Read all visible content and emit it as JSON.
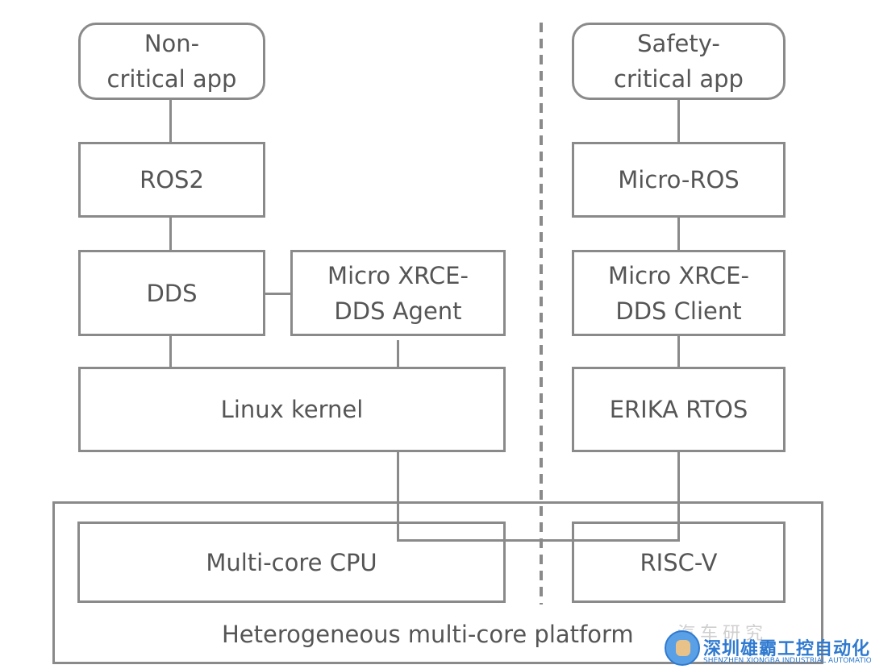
{
  "left_stack": {
    "app": [
      "Non-",
      "critical app"
    ],
    "ros": "ROS2",
    "dds": "DDS",
    "agent": [
      "Micro XRCE-",
      "DDS Agent"
    ],
    "kernel": "Linux kernel"
  },
  "right_stack": {
    "app": [
      "Safety-",
      "critical app"
    ],
    "ros": "Micro-ROS",
    "client": [
      "Micro XRCE-",
      "DDS Client"
    ],
    "rtos": "ERIKA RTOS"
  },
  "platform": {
    "label": "Heterogeneous multi-core platform",
    "cpu": "Multi-core CPU",
    "riscv": "RISC-V"
  },
  "watermark": {
    "faded": "汽车研究",
    "cn": "深圳雄霸工控自动化",
    "en": "SHENZHEN XIONGBA INDUSTRIAL AUTOMATION"
  }
}
